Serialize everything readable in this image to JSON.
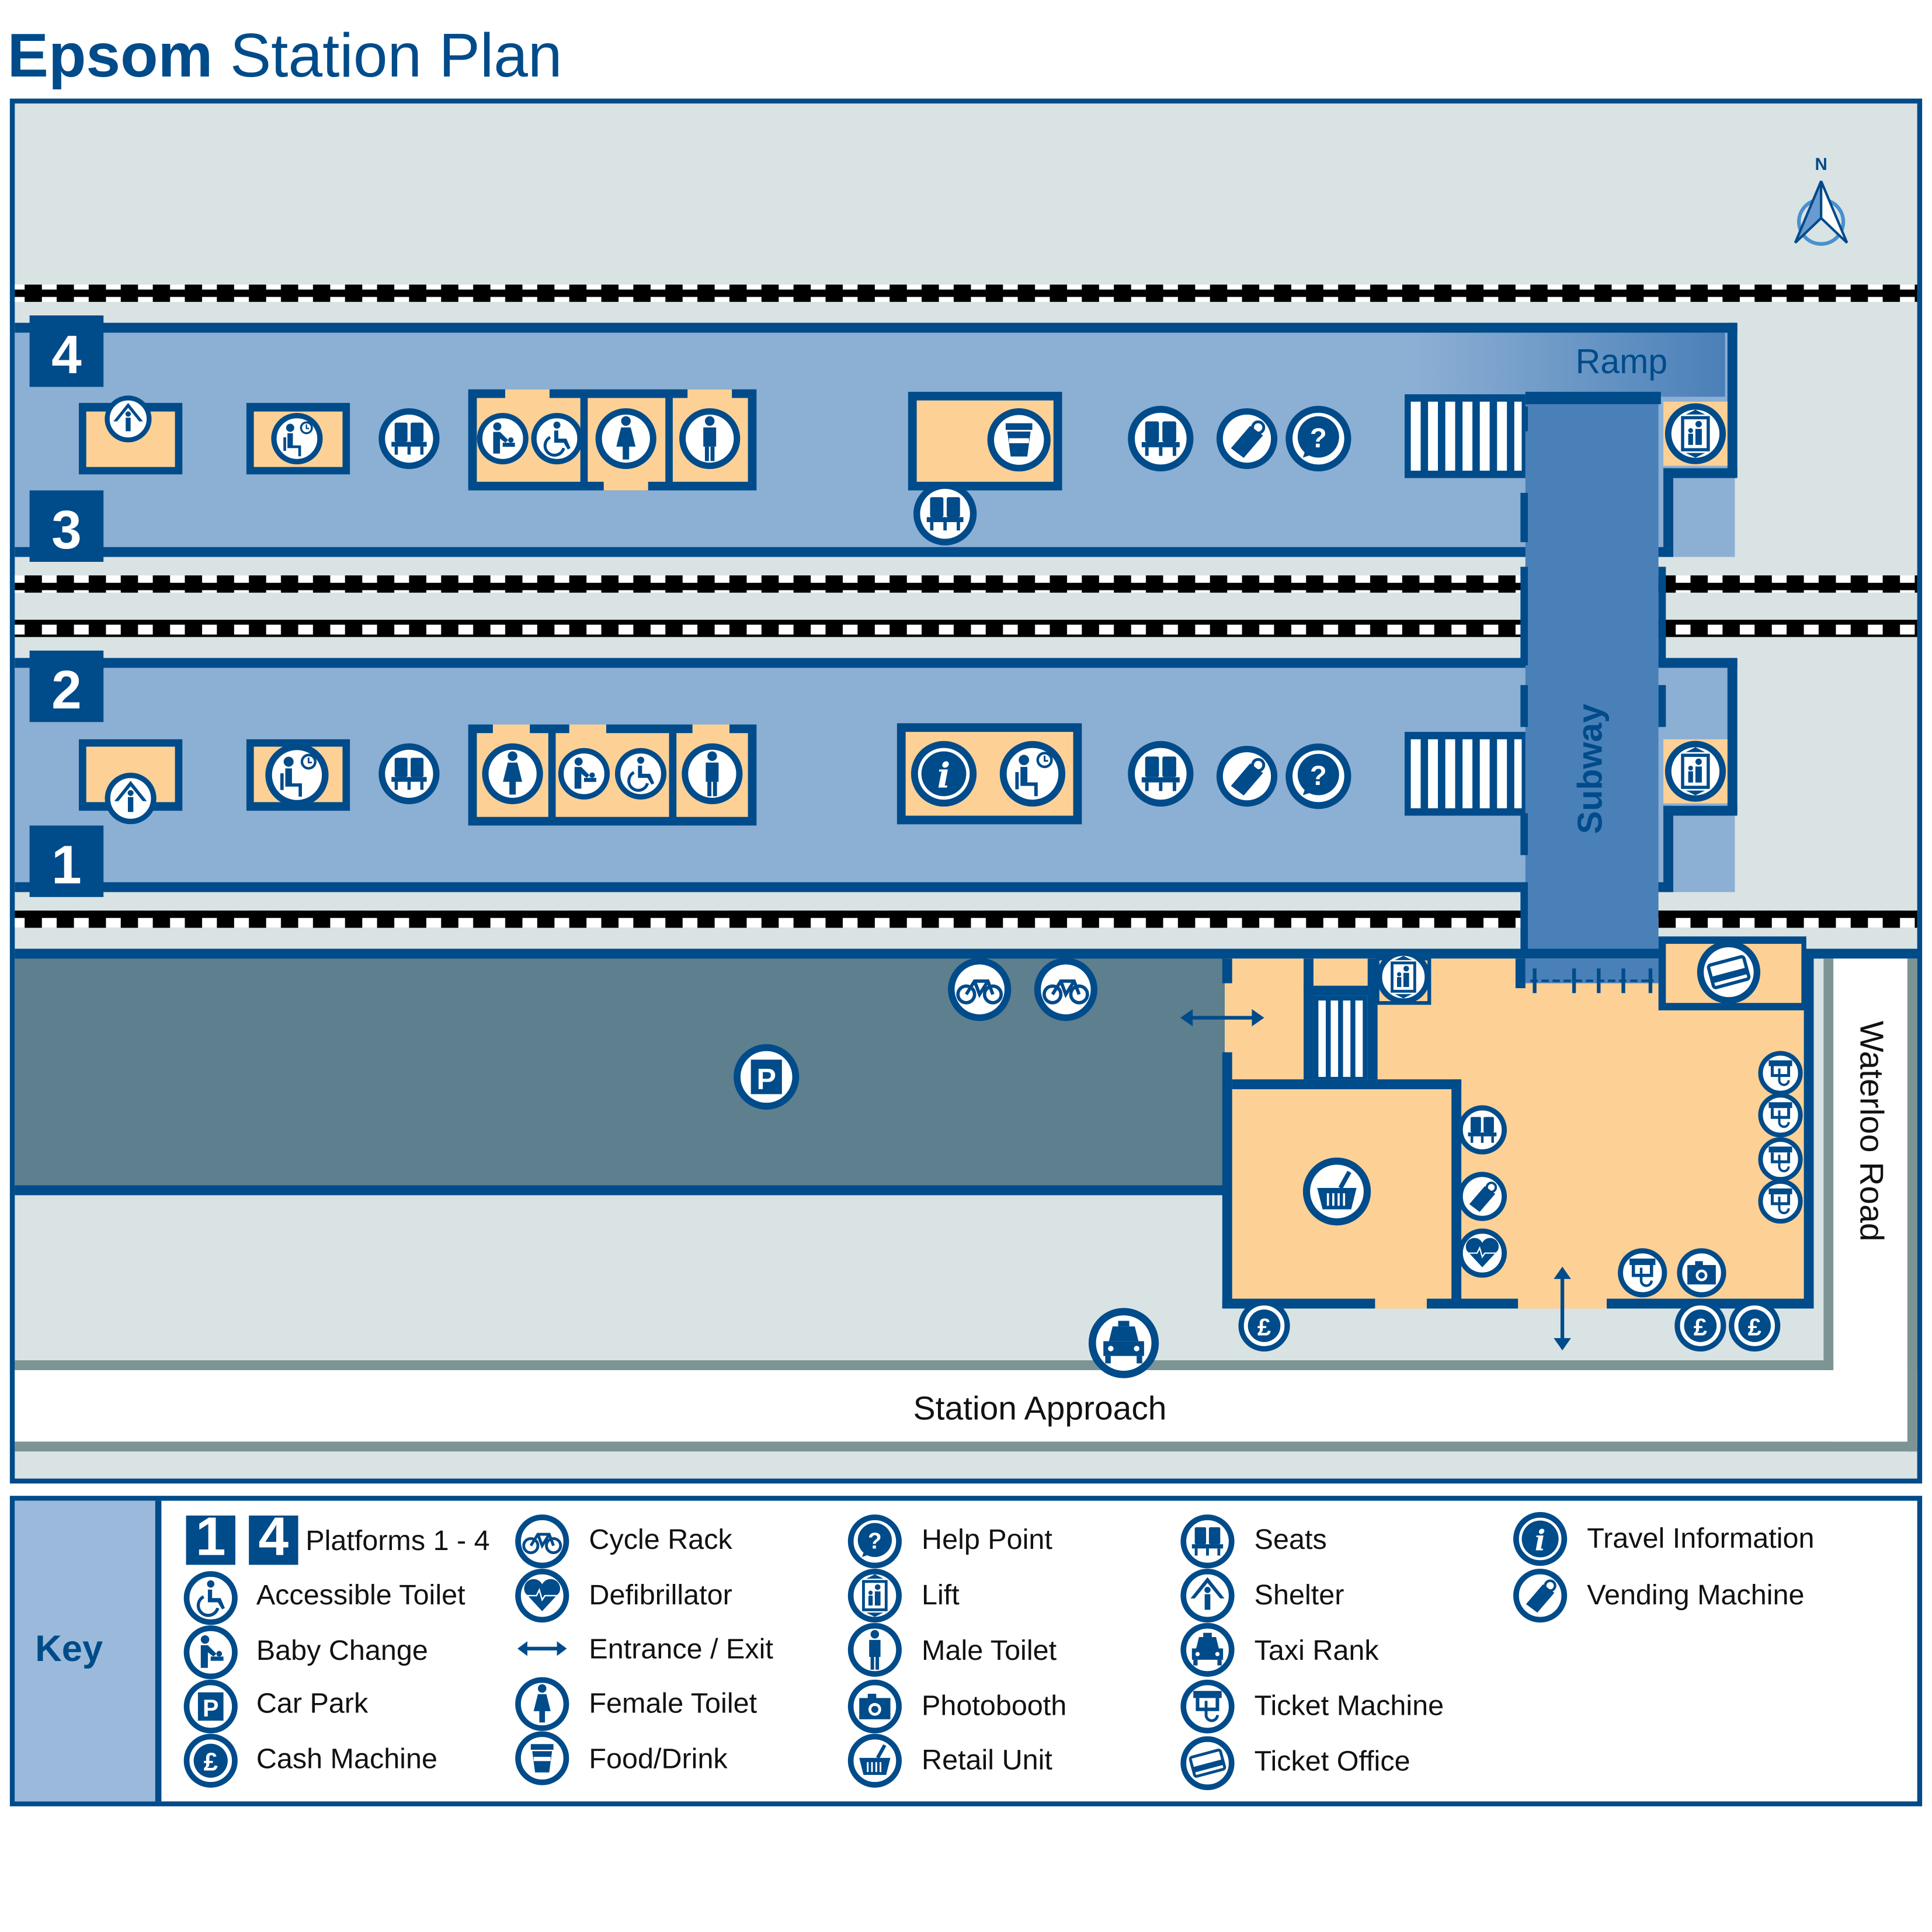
{
  "title": {
    "bold": "Epsom",
    "rest": "Station Plan"
  },
  "colors": {
    "brand": "#004B8A",
    "platform": "#8CAFD4",
    "subway": "#4A80B8",
    "building": "#FDD196",
    "ground": "#DAE3E3",
    "car_park": "#5E7F8E",
    "road_edge": "#7D9494",
    "key_panel": "#9BBADB"
  },
  "map": {
    "compass_label": "N",
    "platforms": {
      "p1": "1",
      "p2": "2",
      "p3": "3",
      "p4": "4"
    },
    "labels": {
      "ramp": "Ramp",
      "subway": "Subway",
      "station_approach": "Station Approach",
      "waterloo_road": "Waterloo Road"
    },
    "platform_3_4_facilities": [
      "shelter",
      "waiting-room",
      "seats",
      "baby-change",
      "accessible-toilet",
      "female-toilet",
      "male-toilet",
      "food-drink",
      "seats",
      "seats",
      "vending-machine",
      "help-point",
      "lift"
    ],
    "platform_1_2_facilities": [
      "shelter",
      "waiting-room",
      "seats",
      "female-toilet",
      "baby-change",
      "accessible-toilet",
      "male-toilet",
      "travel-information",
      "waiting-room",
      "seats",
      "vending-machine",
      "help-point",
      "lift"
    ],
    "forecourt_facilities": [
      "cycle-rack",
      "cycle-rack",
      "car-park",
      "entrance-exit",
      "lift",
      "ticket-office",
      "retail-unit",
      "seats",
      "vending-machine",
      "defibrillator",
      "ticket-machine",
      "ticket-machine",
      "ticket-machine",
      "ticket-machine",
      "ticket-machine",
      "photobooth",
      "cash-machine",
      "cash-machine",
      "cash-machine",
      "taxi-rank",
      "entrance-exit"
    ]
  },
  "key": {
    "heading": "Key",
    "platform_badges": [
      "1",
      "4"
    ],
    "columns": [
      [
        {
          "icon": "platform-icon",
          "label": "Platforms 1 - 4"
        },
        {
          "icon": "accessible-toilet-icon",
          "label": "Accessible Toilet"
        },
        {
          "icon": "baby-change-icon",
          "label": "Baby Change"
        },
        {
          "icon": "car-park-icon",
          "label": "Car Park"
        },
        {
          "icon": "cash-machine-icon",
          "label": "Cash Machine"
        }
      ],
      [
        {
          "icon": "cycle-rack-icon",
          "label": "Cycle Rack"
        },
        {
          "icon": "defibrillator-icon",
          "label": "Defibrillator"
        },
        {
          "icon": "entrance-exit-icon",
          "label": "Entrance / Exit"
        },
        {
          "icon": "female-toilet-icon",
          "label": "Female Toilet"
        },
        {
          "icon": "food-drink-icon",
          "label": "Food/Drink"
        }
      ],
      [
        {
          "icon": "help-point-icon",
          "label": "Help Point"
        },
        {
          "icon": "lift-icon",
          "label": "Lift"
        },
        {
          "icon": "male-toilet-icon",
          "label": "Male Toilet"
        },
        {
          "icon": "photobooth-icon",
          "label": "Photobooth"
        },
        {
          "icon": "retail-unit-icon",
          "label": "Retail Unit"
        }
      ],
      [
        {
          "icon": "seats-icon",
          "label": "Seats"
        },
        {
          "icon": "shelter-icon",
          "label": "Shelter"
        },
        {
          "icon": "taxi-rank-icon",
          "label": "Taxi Rank"
        },
        {
          "icon": "ticket-machine-icon",
          "label": "Ticket Machine"
        },
        {
          "icon": "ticket-office-icon",
          "label": "Ticket Office"
        }
      ],
      [
        {
          "icon": "travel-information-icon",
          "label": "Travel Information"
        },
        {
          "icon": "vending-machine-icon",
          "label": "Vending Machine"
        }
      ]
    ]
  }
}
